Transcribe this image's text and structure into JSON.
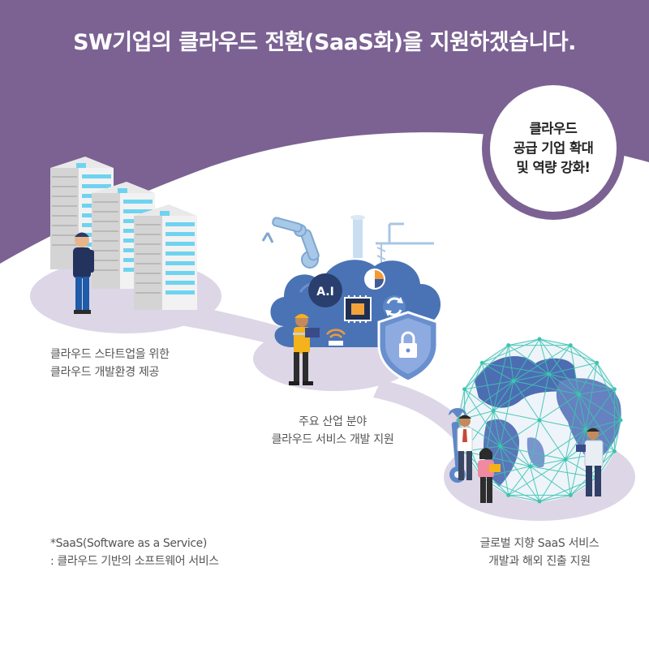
{
  "header": {
    "title": "SW기업의 클라우드 전환(SaaS화)을 지원하겠습니다."
  },
  "badge": {
    "lines": [
      "클라우드",
      "공급 기업 확대",
      "및 역량 강화!"
    ]
  },
  "features": [
    {
      "lines": [
        "클라우드 스타트업을 위한",
        "클라우드 개발환경 제공"
      ]
    },
    {
      "lines": [
        "주요 산업 분야",
        "클라우드 서비스 개발 지원"
      ]
    },
    {
      "lines": [
        "글로벌 지향 SaaS 서비스",
        "개발과 해외 진출 지원"
      ]
    }
  ],
  "footnote": {
    "lines": [
      "*SaaS(Software as a Service)",
      ": 클라우드 기반의 소프트웨어 서비스"
    ]
  },
  "icons": {
    "ai_chip_label": "A.I"
  },
  "colors": {
    "header_purple": "#7b6293",
    "ellipse_lavender": "#ddd6e6",
    "cloud_blue": "#4a73b5",
    "server_cyan": "#6fd3f0",
    "globe_blue": "#4d6db3",
    "network_teal": "#3cc4b0"
  }
}
